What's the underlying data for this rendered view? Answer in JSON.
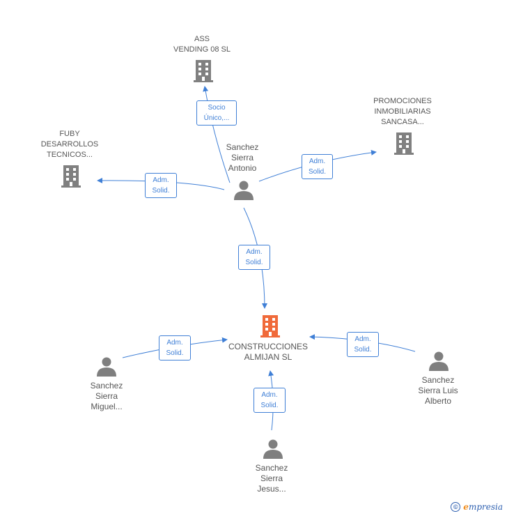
{
  "colors": {
    "edge": "#3f7fd6",
    "company": "#808080",
    "company_focus": "#f06a3a",
    "person": "#7f7f7f",
    "text": "#555555"
  },
  "nodes": {
    "ass_vending": {
      "lines": [
        "ASS",
        "VENDING 08 SL"
      ],
      "icon": "building-icon"
    },
    "promociones": {
      "lines": [
        "PROMOCIONES",
        "INMOBILIARIAS",
        "SANCASA..."
      ],
      "icon": "building-icon"
    },
    "fuby": {
      "lines": [
        "FUBY",
        "DESARROLLOS",
        "TECNICOS..."
      ],
      "icon": "building-icon"
    },
    "construcciones": {
      "lines": [
        "CONSTRUCCIONES",
        "ALMIJAN SL"
      ],
      "icon": "building-icon"
    },
    "antonio": {
      "lines": [
        "Sanchez",
        "Sierra",
        "Antonio"
      ],
      "icon": "person-icon"
    },
    "miguel": {
      "lines": [
        "Sanchez",
        "Sierra",
        "Miguel..."
      ],
      "icon": "person-icon"
    },
    "luis": {
      "lines": [
        "Sanchez",
        "Sierra Luis",
        "Alberto"
      ],
      "icon": "person-icon"
    },
    "jesus": {
      "lines": [
        "Sanchez",
        "Sierra",
        "Jesus..."
      ],
      "icon": "person-icon"
    }
  },
  "edges": {
    "antonio_ass": [
      "Socio",
      "Único,..."
    ],
    "antonio_promociones": [
      "Adm.",
      "Solid."
    ],
    "antonio_fuby": [
      "Adm.",
      "Solid."
    ],
    "antonio_construcciones": [
      "Adm.",
      "Solid."
    ],
    "miguel_construcciones": [
      "Adm.",
      "Solid."
    ],
    "luis_construcciones": [
      "Adm.",
      "Solid."
    ],
    "jesus_construcciones": [
      "Adm.",
      "Solid."
    ]
  },
  "footer": {
    "copyright": "©",
    "brand_initial": "e",
    "brand_rest": "mpresia"
  }
}
